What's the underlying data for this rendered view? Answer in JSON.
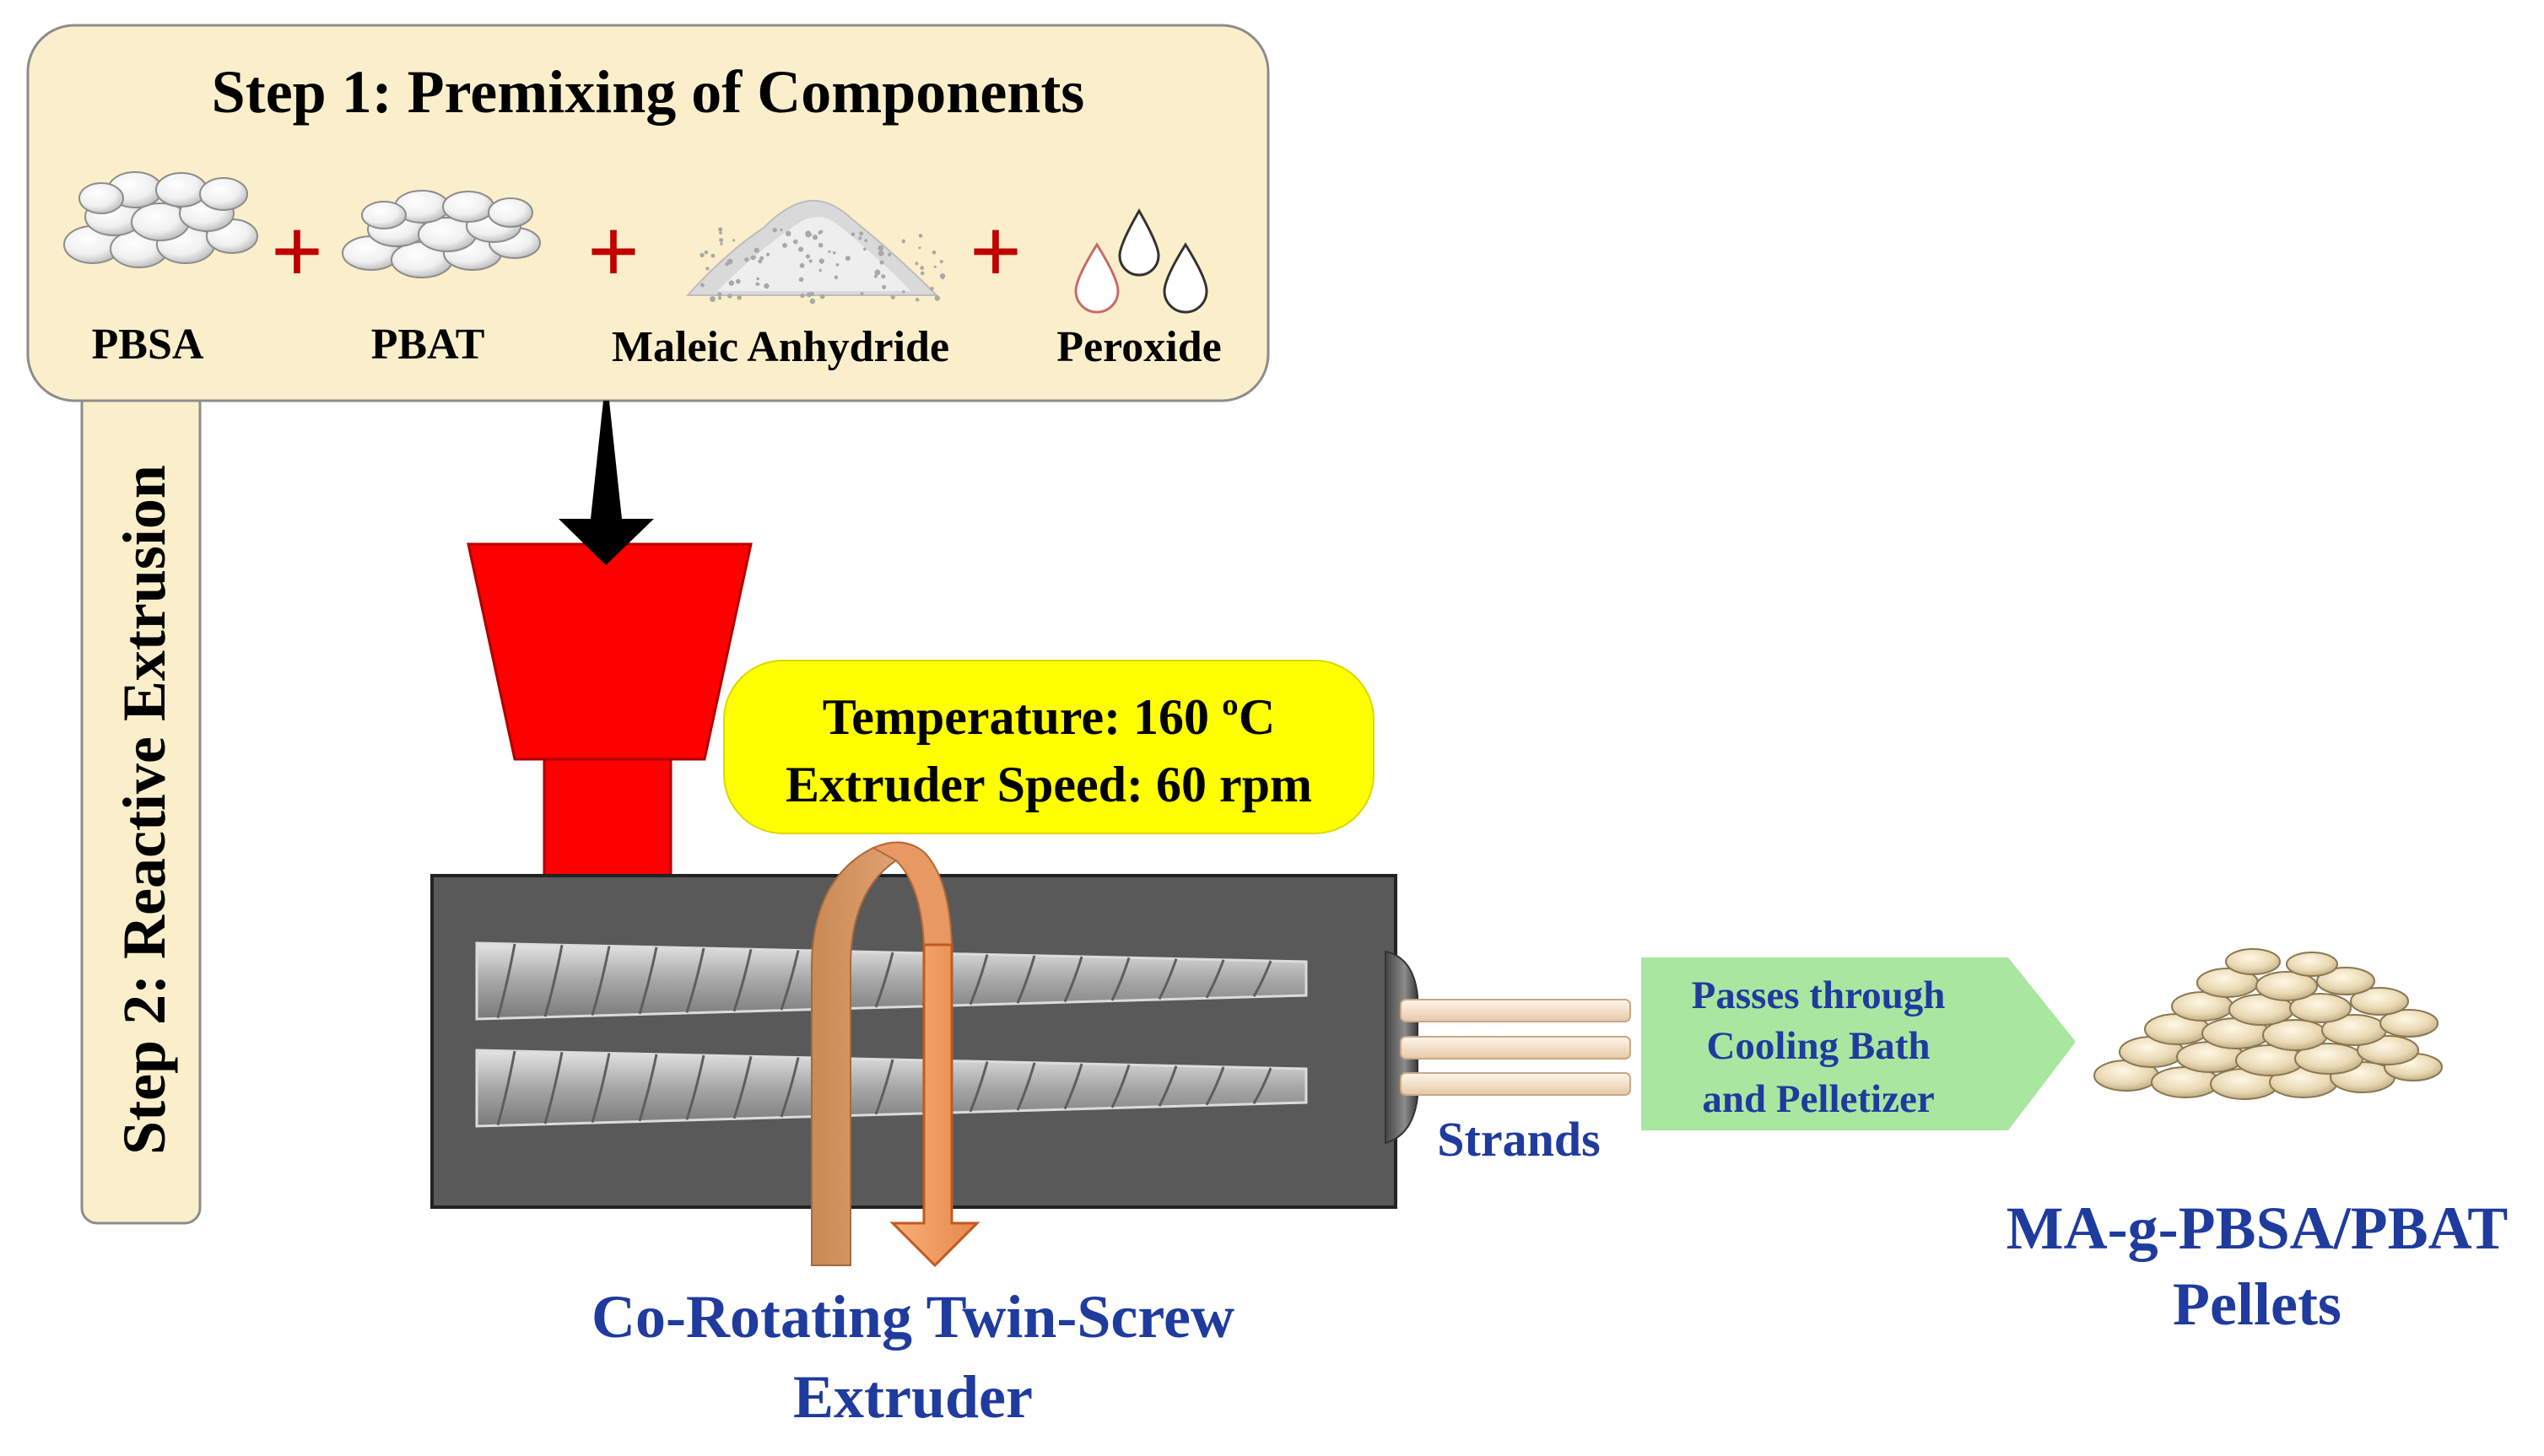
{
  "step1": {
    "title": "Step 1: Premixing  of Components",
    "components": [
      {
        "label": "PBSA",
        "icon": "pellet-pile-icon"
      },
      {
        "label": "PBAT",
        "icon": "pellet-pile-icon"
      },
      {
        "label": "Maleic Anhydride",
        "icon": "powder-pile-icon"
      },
      {
        "label": "Peroxide",
        "icon": "droplets-icon"
      }
    ],
    "plus": "+"
  },
  "step2": {
    "title": "Step 2: Reactive Extrusion"
  },
  "conditions": {
    "temperature": "Temperature: 160 ºC",
    "speed": "Extruder Speed: 60 rpm"
  },
  "extruder": {
    "label_line1": "Co-Rotating Twin-Screw",
    "label_line2": "Extruder"
  },
  "strands": {
    "label": "Strands"
  },
  "process_arrow": {
    "line1": "Passes through",
    "line2": "Cooling Bath",
    "line3": "and Pelletizer"
  },
  "product": {
    "line1": "MA-g-PBSA/PBAT",
    "line2": "Pellets"
  },
  "colors": {
    "box_fill": "#FBEFCB",
    "hopper": "#FF0000",
    "barrel": "#595959",
    "label_blue": "#1F3B9E",
    "plus_red": "#C00000",
    "bubble_yellow": "#FFFF00",
    "arrow_green": "#A9E6A0",
    "rotation_orange": "#F4A460",
    "pellet": "#E8D9B5"
  }
}
